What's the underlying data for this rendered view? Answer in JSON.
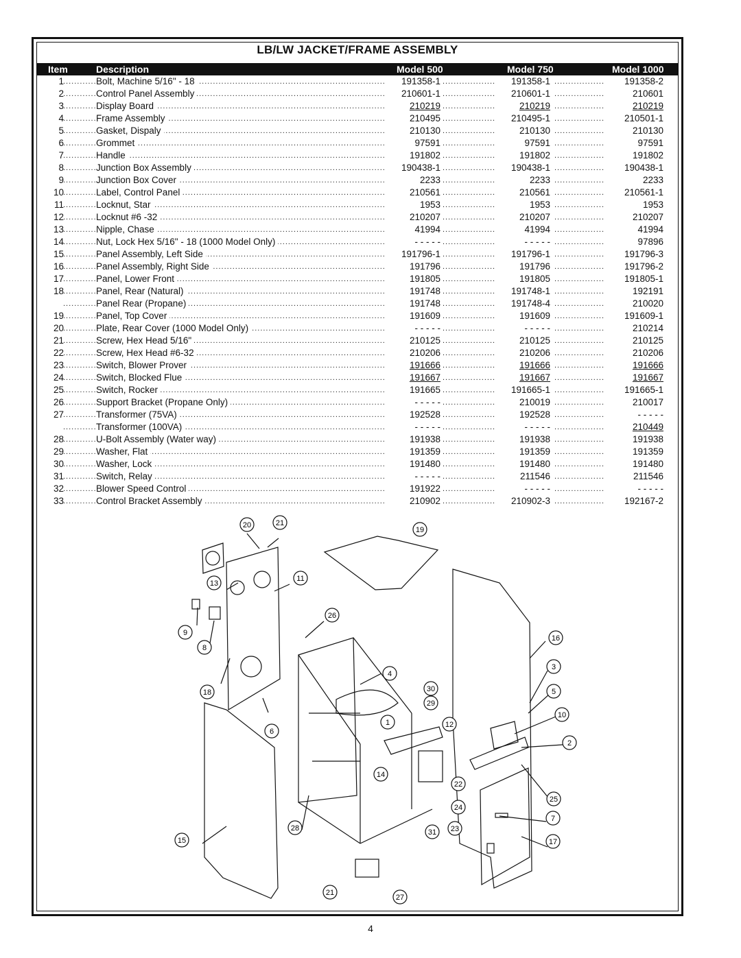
{
  "title": "LB/LW JACKET/FRAME ASSEMBLY",
  "headers": {
    "item": "Item",
    "description": "Description",
    "m500": "Model 500",
    "m750": "Model 750",
    "m1000": "Model 1000"
  },
  "rows": [
    {
      "item": "1",
      "desc": "Bolt, Machine 5/16\" - 18",
      "m500": "191358-1",
      "m750": "191358-1",
      "m1000": "191358-2"
    },
    {
      "item": "2",
      "desc": "Control Panel Assembly",
      "m500": "210601-1",
      "m750": "210601-1",
      "m1000": "210601"
    },
    {
      "item": "3",
      "desc": "Display  Board",
      "m500": "210219",
      "m750": "210219",
      "m1000": "210219",
      "underline": true
    },
    {
      "item": "4",
      "desc": "Frame  Assembly",
      "m500": "210495",
      "m750": "210495-1",
      "m1000": "210501-1"
    },
    {
      "item": "5",
      "desc": "Gasket, Dispaly",
      "m500": "210130",
      "m750": "210130",
      "m1000": "210130"
    },
    {
      "item": "6",
      "desc": "Grommet",
      "m500": "97591",
      "m750": "97591",
      "m1000": "97591"
    },
    {
      "item": "7",
      "desc": "Handle",
      "m500": "191802",
      "m750": "191802",
      "m1000": "191802"
    },
    {
      "item": "8",
      "desc": "Junction Box Assembly",
      "m500": "190438-1",
      "m750": "190438-1",
      "m1000": "190438-1"
    },
    {
      "item": "9",
      "desc": "Junction Box Cover",
      "m500": "2233",
      "m750": "2233",
      "m1000": "2233"
    },
    {
      "item": "10",
      "desc": "Label, Control Panel",
      "m500": "210561",
      "m750": "210561",
      "m1000": "210561-1"
    },
    {
      "item": "11",
      "desc": "Locknut, Star",
      "m500": "1953",
      "m750": "1953",
      "m1000": "1953"
    },
    {
      "item": "12",
      "desc": "Locknut #6  -32",
      "m500": "210207",
      "m750": "210207",
      "m1000": "210207"
    },
    {
      "item": "13",
      "desc": "Nipple,  Chase",
      "m500": "41994",
      "m750": "41994",
      "m1000": "41994"
    },
    {
      "item": "14",
      "desc": "Nut, Lock Hex 5/16\" - 18 (1000 Model Only)",
      "m500": "- - - - -",
      "m750": "- - - - -",
      "m1000": "97896"
    },
    {
      "item": "15",
      "desc": "Panel Assembly, Left Side",
      "m500": "191796-1",
      "m750": "191796-1",
      "m1000": "191796-3"
    },
    {
      "item": "16",
      "desc": "Panel Assembly, Right Side",
      "m500": "191796",
      "m750": "191796",
      "m1000": "191796-2"
    },
    {
      "item": "17",
      "desc": "Panel, Lower Front",
      "m500": "191805",
      "m750": "191805",
      "m1000": "191805-1"
    },
    {
      "item": "18",
      "desc": "Panel, Rear (Natural)",
      "m500": "191748",
      "m750": "191748-1",
      "m1000": "192191"
    },
    {
      "item": "",
      "desc": "Panel Rear  (Propane)",
      "m500": "191748",
      "m750": "191748-4",
      "m1000": "210020"
    },
    {
      "item": "19",
      "desc": "Panel, Top Cover",
      "m500": "191609",
      "m750": "191609",
      "m1000": "191609-1"
    },
    {
      "item": "20",
      "desc": "Plate, Rear Cover (1000 Model Only)",
      "m500": "- - - - -",
      "m750": "- - - - -",
      "m1000": "210214"
    },
    {
      "item": "21",
      "desc": "Screw, Hex Head 5/16\"",
      "m500": "210125",
      "m750": "210125",
      "m1000": "210125"
    },
    {
      "item": "22",
      "desc": "Screw, Hex Head #6-32",
      "m500": "210206",
      "m750": "210206",
      "m1000": "210206"
    },
    {
      "item": "23",
      "desc": "Switch, Blower Prover",
      "m500": "191666",
      "m750": "191666",
      "m1000": "191666",
      "underline": true
    },
    {
      "item": "24",
      "desc": "Switch, Blocked Flue",
      "m500": "191667",
      "m750": "191667",
      "m1000": "191667",
      "underline": true
    },
    {
      "item": "25",
      "desc": "Switch, Rocker",
      "m500": "191665",
      "m750": "191665-1",
      "m1000": "191665-1"
    },
    {
      "item": "26",
      "desc": "Support Bracket (Propane Only)",
      "m500": "- - - - -",
      "m750": "210019",
      "m1000": "210017"
    },
    {
      "item": "27",
      "desc": "Transformer  (75VA)",
      "m500": "192528",
      "m750": "192528",
      "m1000": "- - - - -"
    },
    {
      "item": "",
      "desc": "Transformer  (100VA)",
      "m500": "- - - - -",
      "m750": "- - - - -",
      "m1000": "210449",
      "underline1000": true
    },
    {
      "item": "28",
      "desc": "U-Bolt Assembly (Water way)",
      "m500": "191938",
      "m750": "191938",
      "m1000": "191938"
    },
    {
      "item": "29",
      "desc": "Washer, Flat",
      "m500": "191359",
      "m750": "191359",
      "m1000": "191359"
    },
    {
      "item": "30",
      "desc": "Washer,  Lock",
      "m500": "191480",
      "m750": "191480",
      "m1000": "191480"
    },
    {
      "item": "31",
      "desc": "Switch, Relay",
      "m500": "- - - - -",
      "m750": "211546",
      "m1000": "211546"
    },
    {
      "item": "32",
      "desc": "Blower Speed Control",
      "m500": "191922",
      "m750": "- - - - -",
      "m1000": "- - - - -"
    },
    {
      "item": "33",
      "desc": "Control Bracket Assembly",
      "m500": "210902",
      "m750": "210902-3",
      "m1000": "192167-2"
    }
  ],
  "callouts": [
    "20",
    "21",
    "19",
    "13",
    "11",
    "9",
    "8",
    "26",
    "16",
    "3",
    "4",
    "18",
    "30",
    "29",
    "5",
    "10",
    "6",
    "1",
    "12",
    "2",
    "14",
    "22",
    "24",
    "25",
    "28",
    "31",
    "23",
    "7",
    "15",
    "17",
    "21",
    "27"
  ],
  "page_number": "4"
}
